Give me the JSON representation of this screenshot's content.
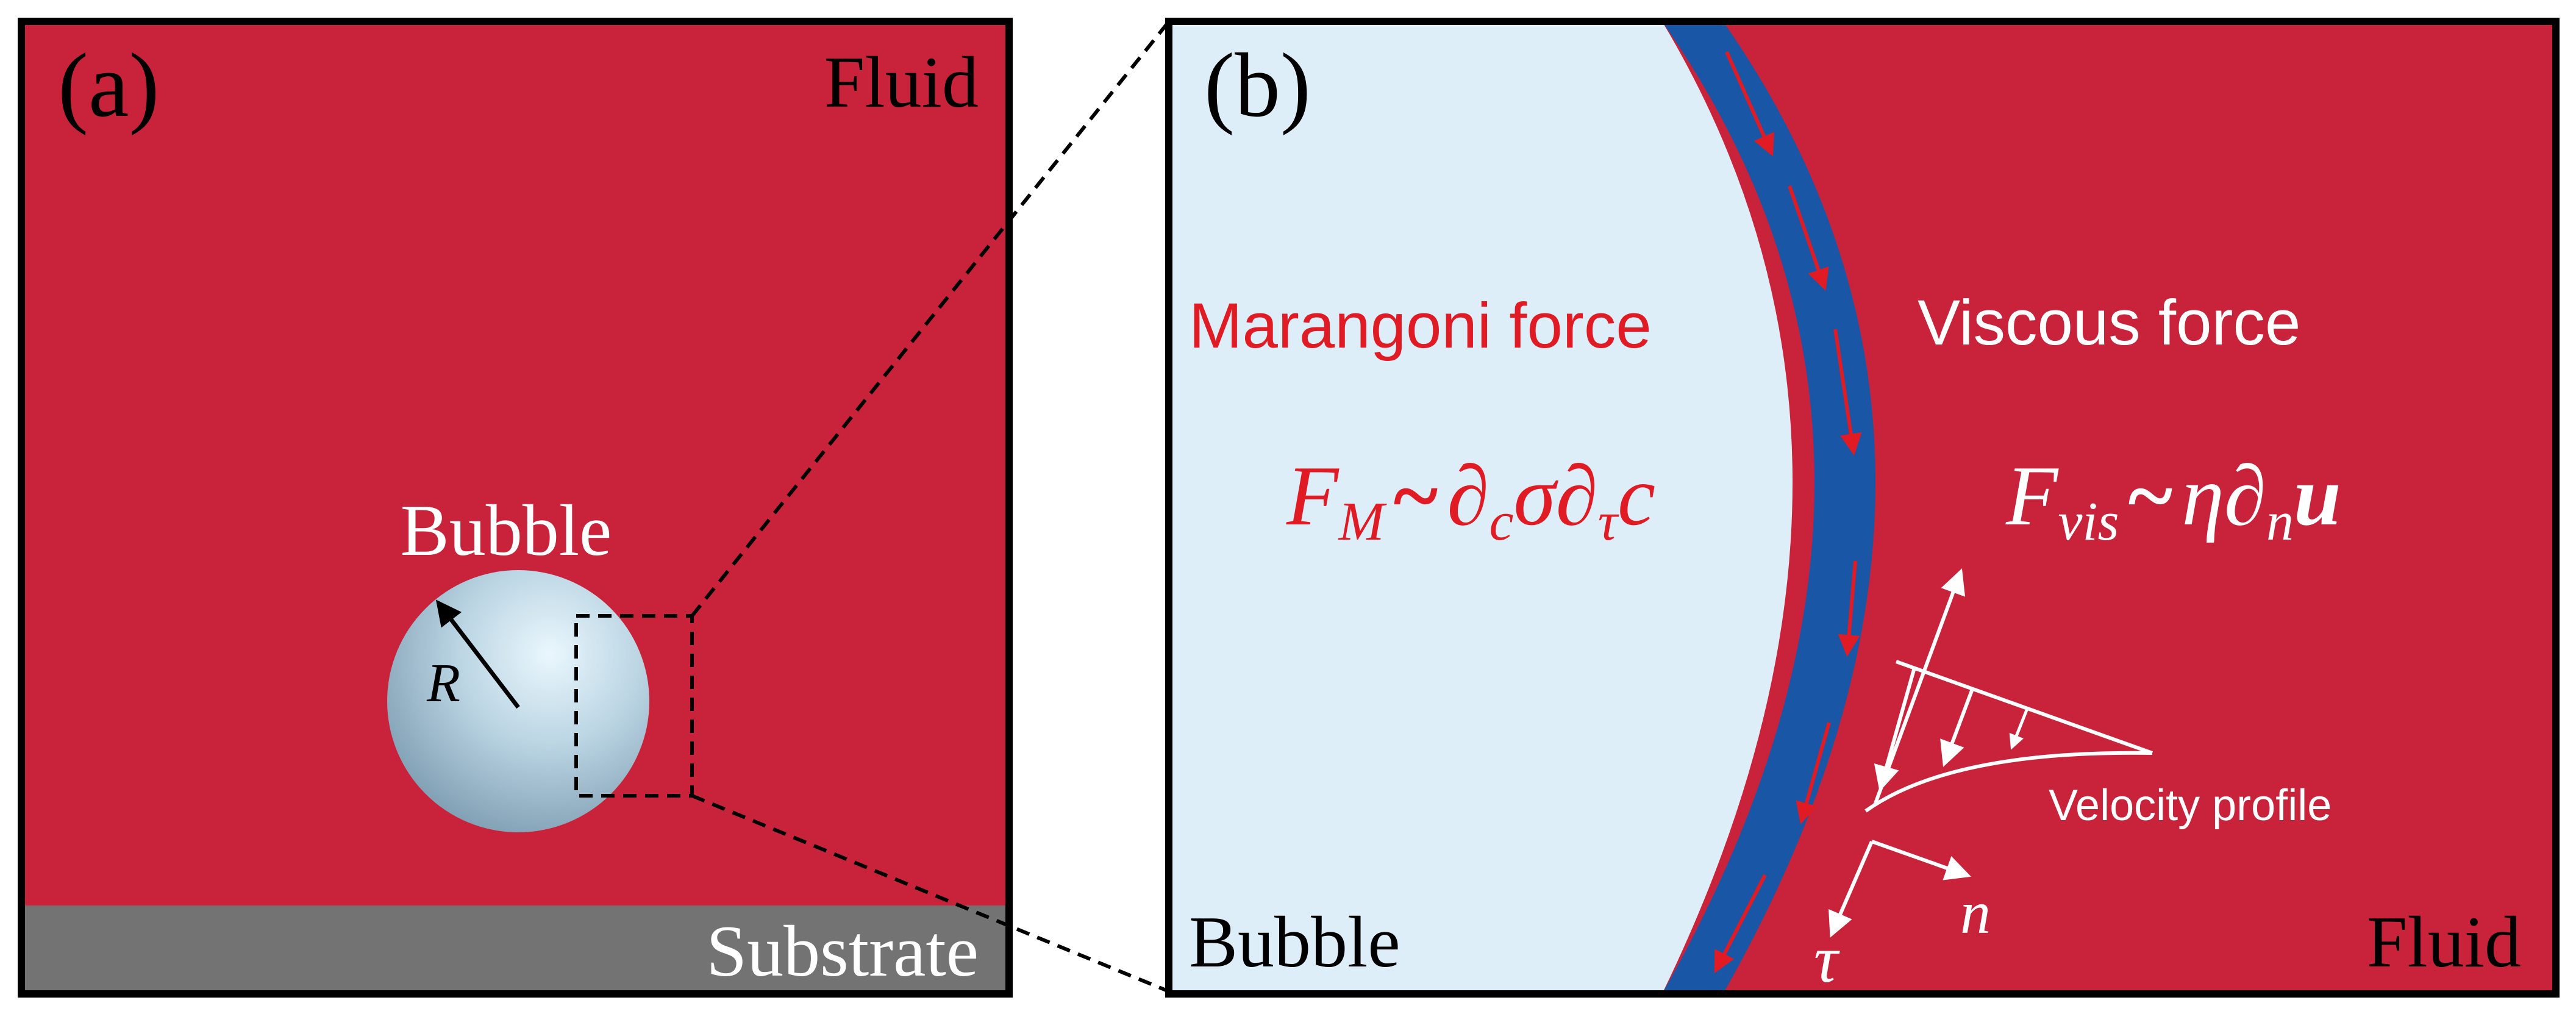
{
  "panel_a": {
    "label": "(a)",
    "fluid_label": "Fluid",
    "bubble_label": "Bubble",
    "radius_label": "R",
    "substrate_label": "Substrate"
  },
  "panel_b": {
    "label": "(b)",
    "bubble_label": "Bubble",
    "fluid_label": "Fluid",
    "marangoni_title": "Marangoni force",
    "viscous_title": "Viscous force",
    "marangoni_eq": {
      "lhs": "F",
      "lhs_sub": "M",
      "tilde": "~",
      "rhs_parts": [
        "∂",
        "c",
        "σ∂",
        "τ",
        "c"
      ]
    },
    "viscous_eq": {
      "lhs": "F",
      "lhs_sub": "vis",
      "tilde": "~",
      "rhs_parts": [
        "η∂",
        "n",
        "u"
      ]
    },
    "velocity_profile_label": "Velocity profile",
    "tau_label": "τ",
    "n_label": "n"
  },
  "colors": {
    "fluid": "#c8233a",
    "substrate": "#737373",
    "bubble_panel_b": "#ddeef8",
    "interface_band": "#1a56a6",
    "marangoni_text": "#e01b24",
    "white": "#ffffff",
    "black": "#000000"
  }
}
